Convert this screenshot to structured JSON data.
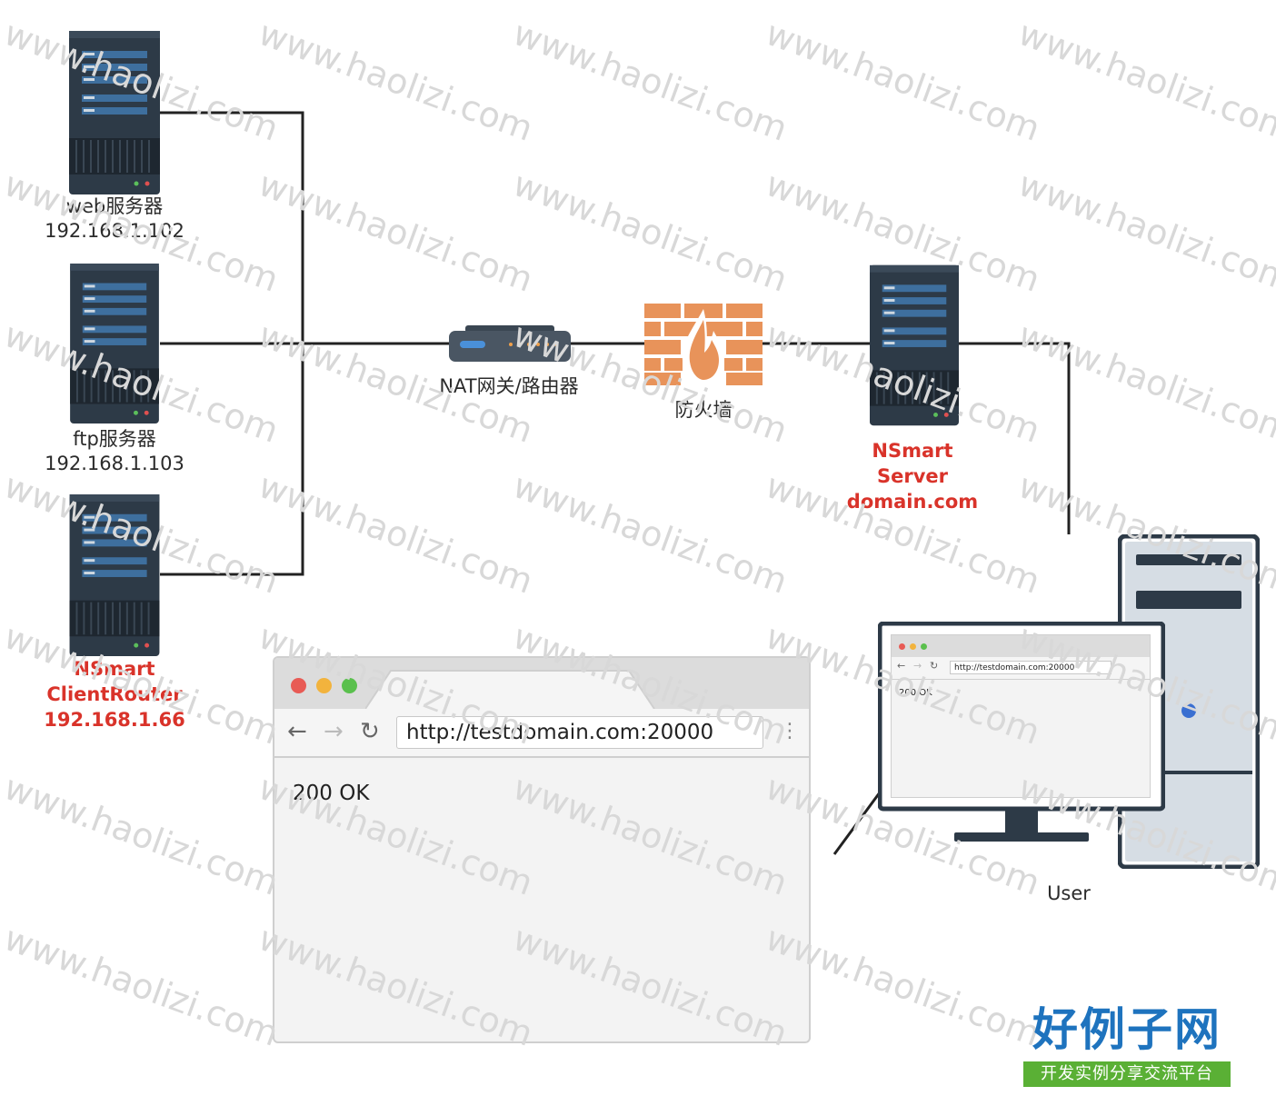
{
  "watermark_text": "www.haolizi.com",
  "servers": {
    "web": {
      "name": "web服务器",
      "ip": "192.168.1.102"
    },
    "ftp": {
      "name": "ftp服务器",
      "ip": "192.168.1.103"
    },
    "client": {
      "name": "NSmart",
      "role": "ClientRouter",
      "ip": "192.168.1.66"
    }
  },
  "router": {
    "label": "NAT网关/路由器"
  },
  "firewall": {
    "label": "防火墙"
  },
  "nsmart_server": {
    "line1": "NSmart",
    "line2": "Server",
    "line3": "domain.com"
  },
  "browser": {
    "url": "http://testdomain.com:20000",
    "content": "200 OK"
  },
  "user_pc": {
    "label": "User",
    "mini_url": "http://testdomain.com:20000",
    "mini_content": "200 OK"
  },
  "logo": {
    "title": "好例子网",
    "subtitle": "开发实例分享交流平台"
  },
  "colors": {
    "highlight_red": "#d9332a",
    "server_body": "#2d3a47",
    "server_bar": "#3e6f9e",
    "firewall": "#e8935a",
    "line": "#222222"
  }
}
